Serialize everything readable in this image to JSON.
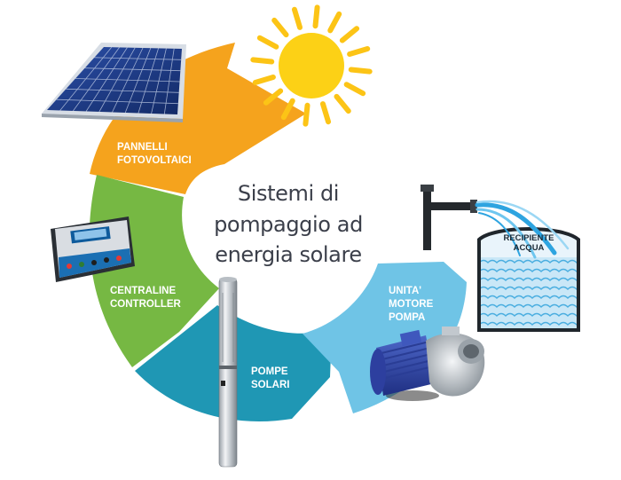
{
  "title": {
    "line1": "Sistemi di",
    "line2": "pompaggio ad",
    "line3": "energia solare"
  },
  "segments": [
    {
      "line1": "PANNELLI",
      "line2": "FOTOVOLTAICI",
      "color": "#f5a31d"
    },
    {
      "line1": "CENTRALINE",
      "line2": "CONTROLLER",
      "color": "#76b843"
    },
    {
      "line1": "POMPE",
      "line2": "SOLARI",
      "color": "#1f97b4"
    },
    {
      "line1": "UNITA'",
      "line2": "MOTORE",
      "line3": "POMPA",
      "color": "#6fc4e6"
    }
  ],
  "tank": {
    "line1": "RECIPIENTE",
    "line2": "ACQUA"
  },
  "colors": {
    "sun": "#fcd116",
    "sun_rays": "#fcc416",
    "water": "#2ea4e0",
    "panel": "#1e3f8f"
  },
  "icons": [
    "sun-icon",
    "solar-panel-icon",
    "charge-controller-icon",
    "submersible-pump-icon",
    "motor-pump-icon",
    "water-tank-icon",
    "pipe-icon"
  ]
}
